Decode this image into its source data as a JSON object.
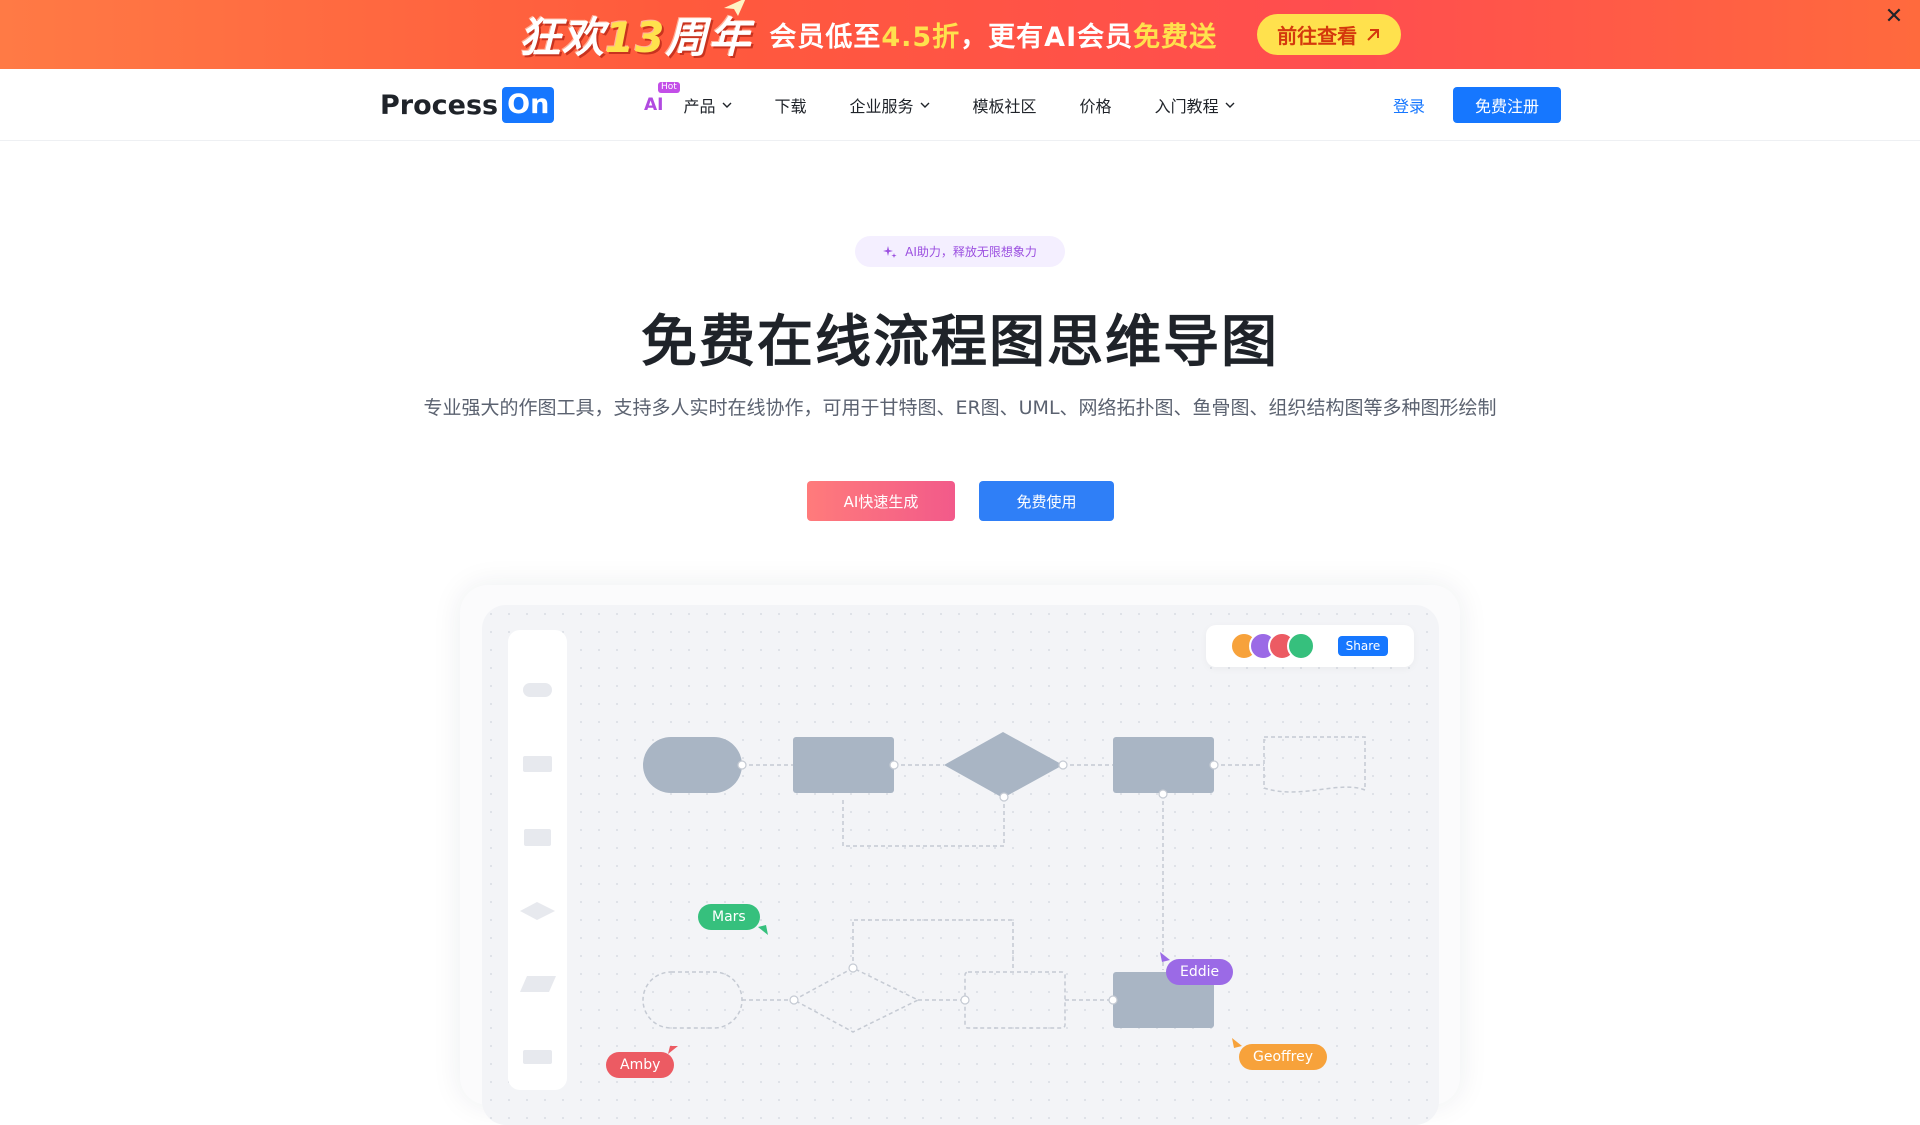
{
  "promo": {
    "headline_a": "狂欢",
    "headline_num": "13",
    "headline_b": "周年",
    "sub_a": "会员低至",
    "sub_discount": "4.5折",
    "sub_b": "，更有AI会员",
    "sub_free": "免费送",
    "button_label": "前往查看",
    "close_label": "✕"
  },
  "nav": {
    "logo_text": "Process",
    "logo_badge": "On",
    "ai_label": "AI",
    "ai_badge": "Hot",
    "items": [
      {
        "label": "产品",
        "dropdown": true
      },
      {
        "label": "下载",
        "dropdown": false
      },
      {
        "label": "企业服务",
        "dropdown": true
      },
      {
        "label": "模板社区",
        "dropdown": false
      },
      {
        "label": "价格",
        "dropdown": false
      },
      {
        "label": "入门教程",
        "dropdown": true
      }
    ],
    "login_label": "登录",
    "signup_label": "免费注册"
  },
  "hero": {
    "pill_text": "AI助力，释放无限想象力",
    "title": "免费在线流程图思维导图",
    "subtitle": "专业强大的作图工具，支持多人实时在线协作，可用于甘特图、ER图、UML、网络拓扑图、鱼骨图、组织结构图等多种图形绘制",
    "ai_button": "AI快速生成",
    "free_button": "免费使用"
  },
  "preview": {
    "share_label": "Share",
    "collaborators": [
      {
        "name": "Mars",
        "color": "#36c07d"
      },
      {
        "name": "Eddie",
        "color": "#9b6ae6"
      },
      {
        "name": "Geoffrey",
        "color": "#f7a23b"
      },
      {
        "name": "Amby",
        "color": "#ec5b63"
      }
    ],
    "avatar_colors": [
      "#f7a23b",
      "#9b6ae6",
      "#ec5b63",
      "#36c07d"
    ]
  }
}
